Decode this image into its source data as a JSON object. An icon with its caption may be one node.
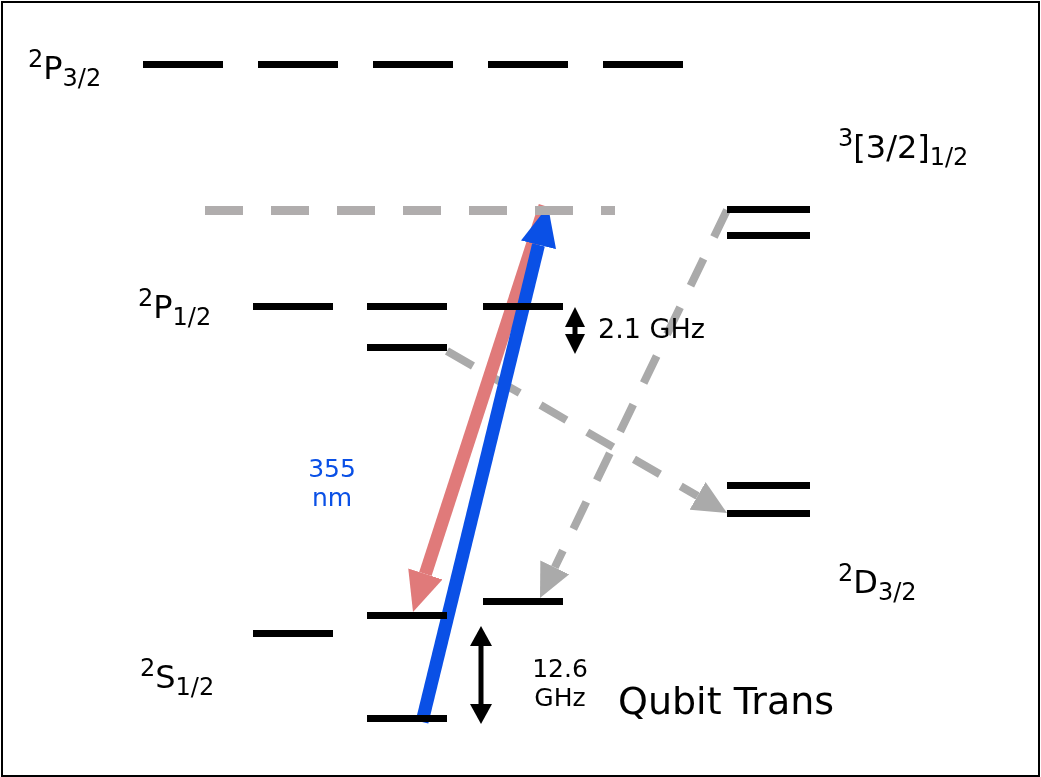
{
  "diagram": {
    "nodes": [
      {
        "text": [],
        "shape": "bar"
      },
      {
        "text": [],
        "shape": "bar"
      },
      {
        "text": [],
        "shape": "bar"
      },
      {
        "text": [],
        "shape": "bar"
      },
      {
        "text": [],
        "shape": "bar"
      },
      {
        "text": [],
        "shape": "bar"
      },
      {
        "text": [],
        "shape": "bar"
      },
      {
        "text": [],
        "shape": "bar"
      },
      {
        "text": [],
        "shape": "bar"
      },
      {
        "text": [],
        "shape": "bar"
      },
      {
        "text": [],
        "shape": "bar"
      },
      {
        "text": [],
        "shape": "bar"
      },
      {
        "text": [],
        "shape": "bar"
      },
      {
        "text": [],
        "shape": "bar"
      }
    ],
    "edges": [
      {
        "from": 13,
        "to": 1,
        "arrow": "to",
        "color": "#0a50e6"
      },
      {
        "from": 1,
        "to": 11,
        "arrow": "to",
        "color": "#e07a7a"
      },
      {
        "from": 7,
        "to": 9,
        "arrow": "to",
        "style": "dashed"
      },
      {
        "from": 2,
        "to": 10,
        "arrow": "to",
        "style": "dashed"
      }
    ],
    "labels": [
      "$^{2}$P$_{3/2}$",
      "$^{3}$[3/2]$_{1/2}$",
      "$^{2}$P$_{1/2}$",
      "2.1 GHz",
      "355 nm",
      "$^{2}$D$_{3/2}$",
      "$^{2}$S$_{1/2}$",
      "12.6 GHz",
      "Qubit Trans"
    ]
  }
}
